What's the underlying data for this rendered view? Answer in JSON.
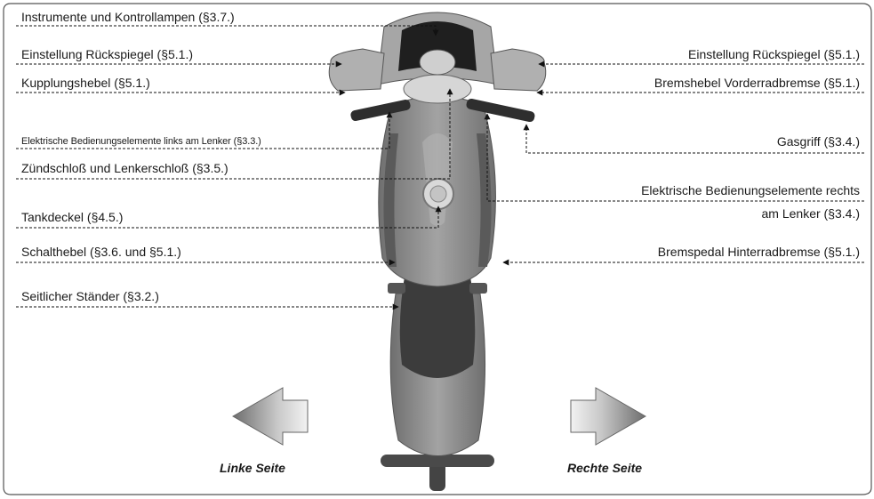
{
  "labels_left": [
    {
      "id": "instruments",
      "text": "Instrumente und Kontrollampen (§3.7.)"
    },
    {
      "id": "mirror-left",
      "text": "Einstellung Rückspiegel (§5.1.)"
    },
    {
      "id": "clutch-lever",
      "text": "Kupplungshebel (§5.1.)"
    },
    {
      "id": "controls-left",
      "text": "Elektrische Bedienungselemente links am Lenker (§3.3.)"
    },
    {
      "id": "ignition",
      "text": "Zündschloß und Lenkerschloß (§3.5.)"
    },
    {
      "id": "fuel-cap",
      "text": "Tankdeckel (§4.5.)"
    },
    {
      "id": "gear-lever",
      "text": "Schalthebel (§3.6. und §5.1.)"
    },
    {
      "id": "side-stand",
      "text": "Seitlicher Ständer (§3.2.)"
    }
  ],
  "labels_right": [
    {
      "id": "mirror-right",
      "text": "Einstellung Rückspiegel (§5.1.)"
    },
    {
      "id": "front-brake-lever",
      "text": "Bremshebel Vorderradbremse (§5.1.)"
    },
    {
      "id": "throttle",
      "text": "Gasgriff (§3.4.)"
    },
    {
      "id": "controls-right-1",
      "text": "Elektrische Bedienungselemente rechts"
    },
    {
      "id": "controls-right-2",
      "text": "am Lenker (§3.4.)"
    },
    {
      "id": "rear-brake-pedal",
      "text": "Bremspedal Hinterradbremse (§5.1.)"
    }
  ],
  "sides": {
    "left": "Linke Seite",
    "right": "Rechte Seite"
  },
  "colors": {
    "motorcycle_body": "#8e8e8e",
    "seat": "#3c3c3c",
    "arrow_fill": "#9a9a9a",
    "frame": "#555555"
  }
}
